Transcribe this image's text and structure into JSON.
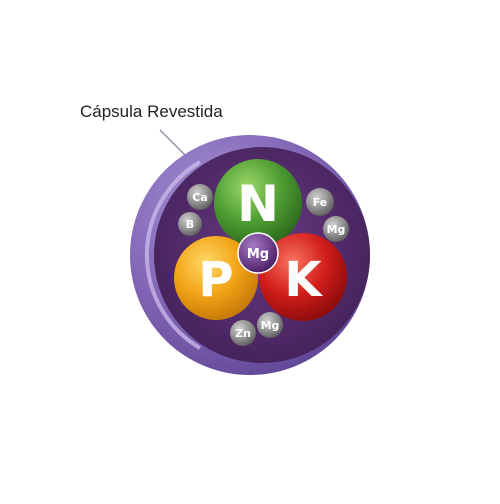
{
  "caption": "Cápsula Revestida",
  "colors": {
    "capsule_shell": "#7e62b2",
    "capsule_inner": "#522a69",
    "nitrogen": "#4f9e33",
    "phosphorus": "#f2a416",
    "potassium": "#d21e1b",
    "magnesium_core": "#6a2f87",
    "micronutrient": "#8f8f8f"
  },
  "nutrients": {
    "main": [
      "N",
      "P",
      "K"
    ],
    "core": "Mg",
    "micro": [
      "Ca",
      "B",
      "Fe",
      "Mg",
      "Zn",
      "Mg"
    ]
  }
}
